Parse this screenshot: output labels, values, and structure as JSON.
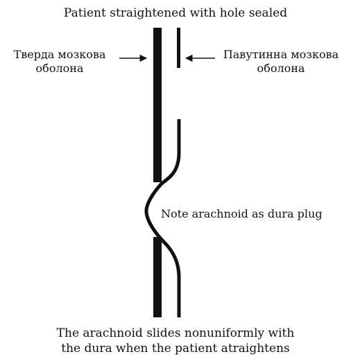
{
  "diagram": {
    "title": "Patient straightened with hole sealed",
    "dura_label_line1": "Тверда мозкова",
    "dura_label_line2": "оболона",
    "arachnoid_label_line1": "Павутинна мозкова",
    "arachnoid_label_line2": "оболона",
    "note": "Note arachnoid as dura plug",
    "caption_line1": "The arachnoid slides nonuniformly with",
    "caption_line2": "the dura when the patient atraightens"
  }
}
